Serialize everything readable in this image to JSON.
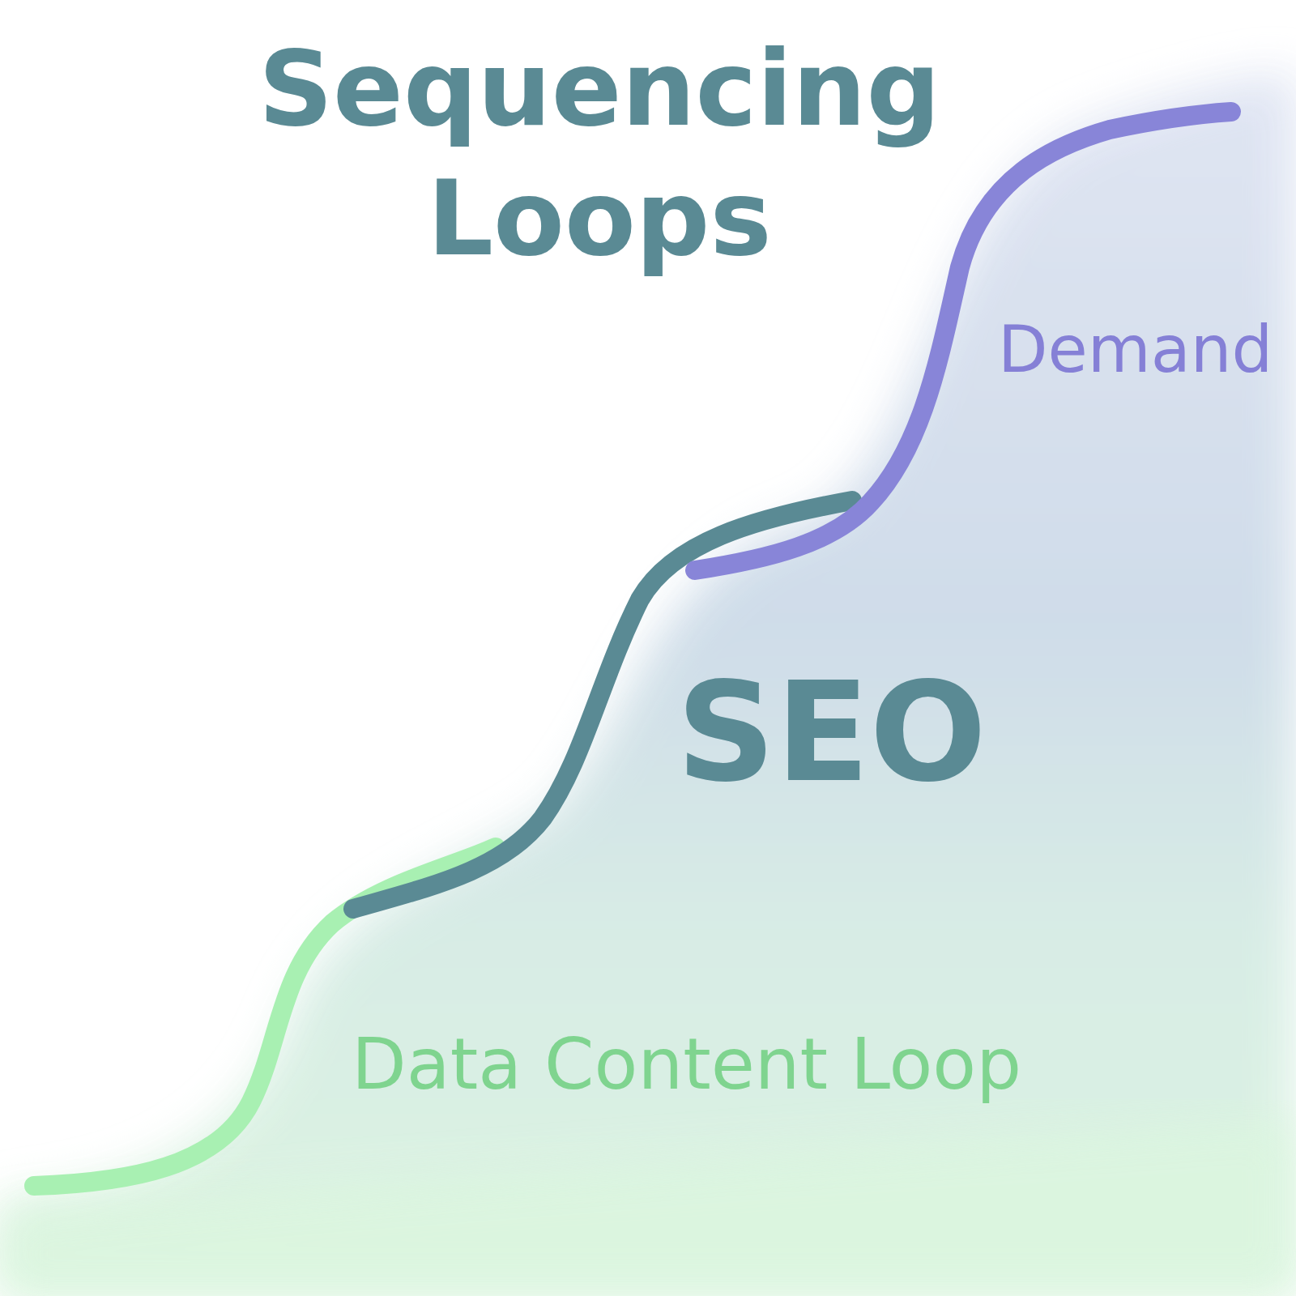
{
  "diagram": {
    "title": "Sequencing Loops",
    "labels": [
      "Demand",
      "SEO",
      "Data Content Loop"
    ]
  }
}
